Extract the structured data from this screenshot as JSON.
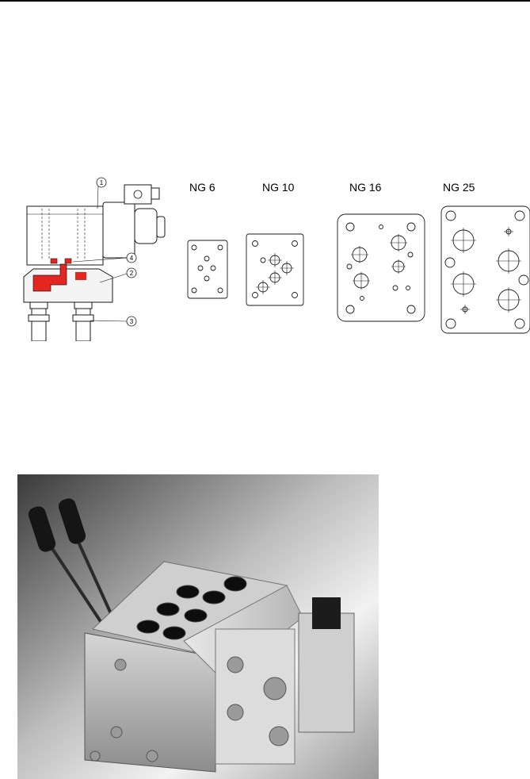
{
  "figure_top": {
    "valve_callouts": [
      "1",
      "2",
      "3",
      "4"
    ],
    "patterns": [
      {
        "label": "NG 6"
      },
      {
        "label": "NG 10"
      },
      {
        "label": "NG 16"
      },
      {
        "label": "NG 25"
      }
    ]
  },
  "colors": {
    "accent_red": "#e3261f",
    "line": "#1a1a1a"
  }
}
